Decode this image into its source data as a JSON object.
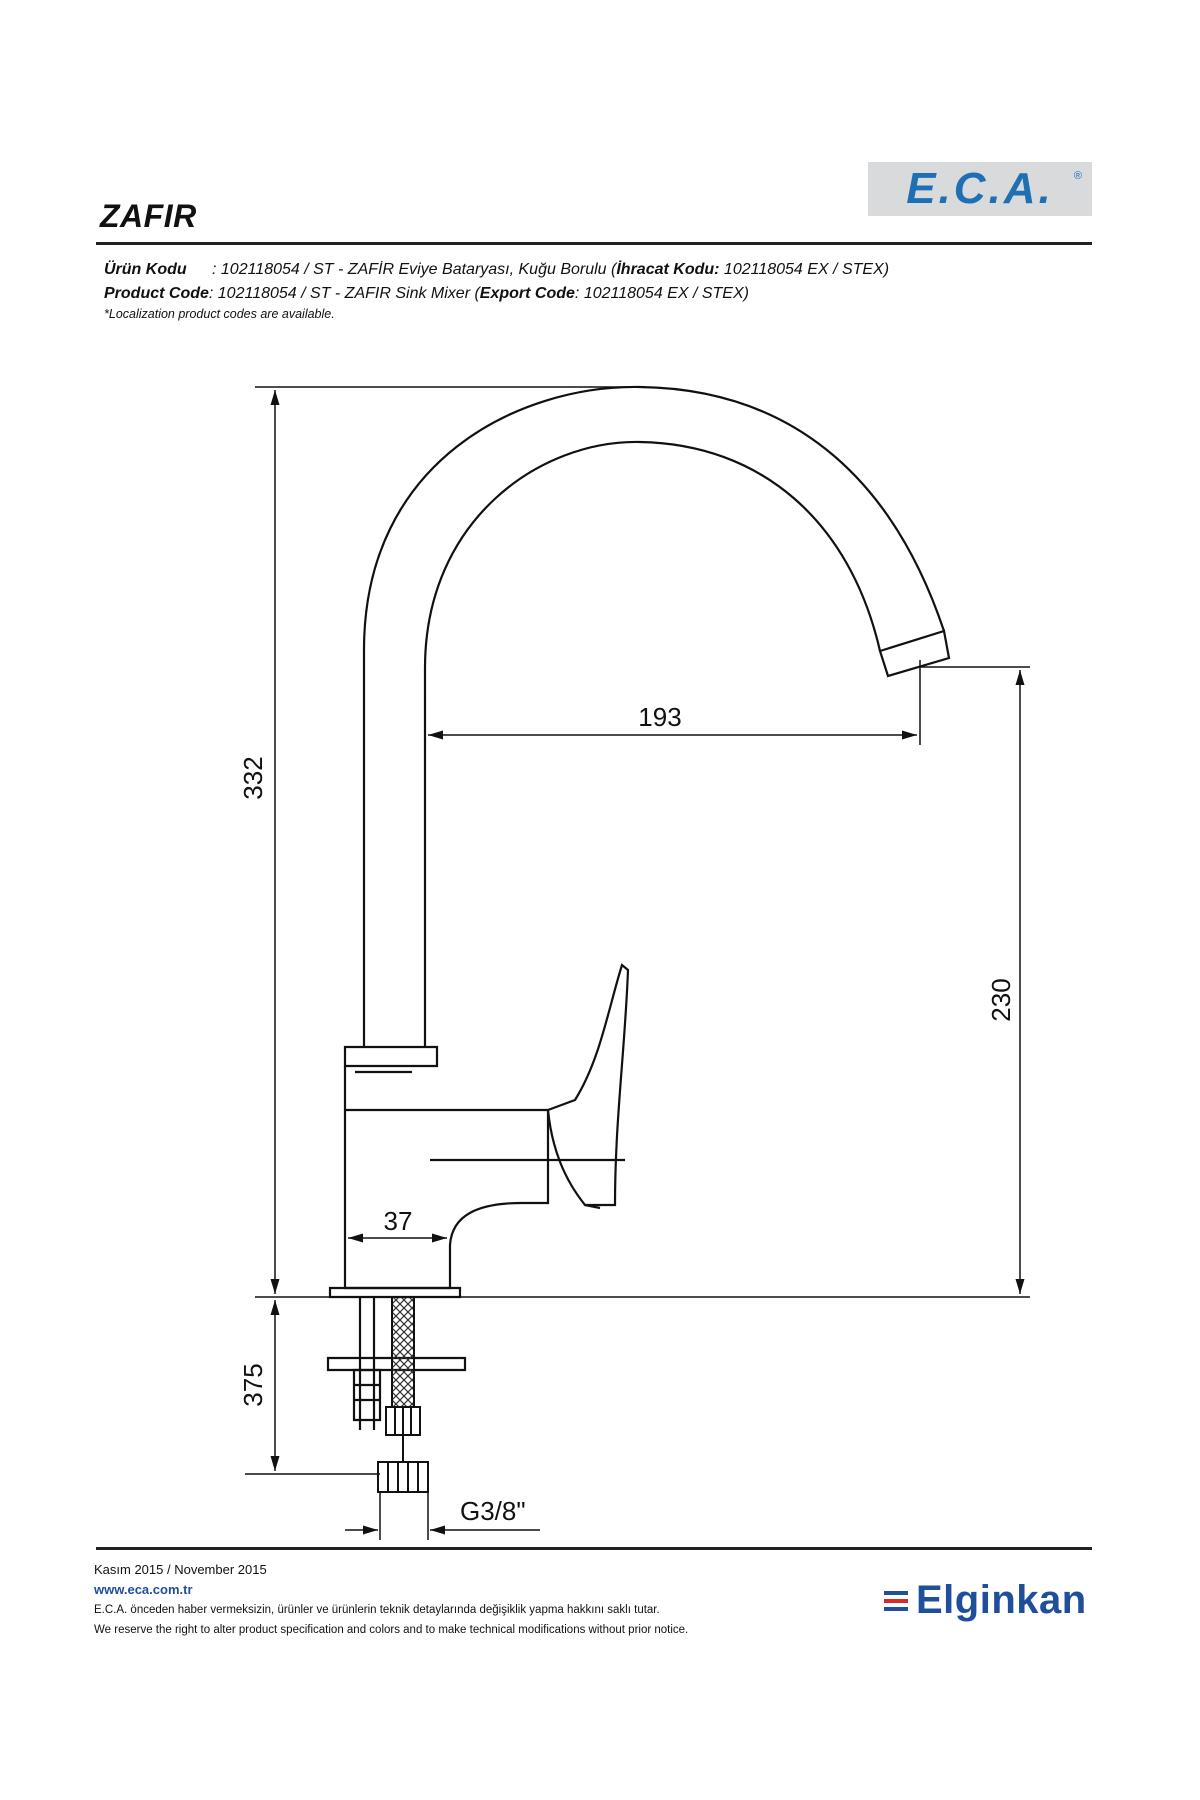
{
  "header": {
    "title": "ZAFIR",
    "logo_text": "E.C.A.",
    "logo_mark": "®"
  },
  "codes": {
    "tr_label": "Ürün Kodu",
    "tr_sep": ": ",
    "tr_text_1": "102118054 / ST - ZAFİR Eviye Bataryası, Kuğu Borulu (",
    "tr_export_label": "İhracat Kodu:",
    "tr_text_2": " 102118054 EX / STEX)",
    "en_label": "Product Code",
    "en_sep": ": ",
    "en_text_1": "102118054 / ST - ZAFIR Sink Mixer (",
    "en_export_label": "Export Code",
    "en_text_2": ": 102118054 EX / STEX)",
    "note": "*Localization product codes are available."
  },
  "dimensions": {
    "total_height": "332",
    "spout_reach": "193",
    "spout_height": "230",
    "body_diameter": "37",
    "hose_length": "375",
    "connection": "G3/8\""
  },
  "footer": {
    "date": "Kasım 2015 / November 2015",
    "website": "www.eca.com.tr",
    "disclaimer_tr": "E.C.A. önceden haber vermeksizin, ürünler ve ürünlerin teknik detaylarında değişiklik yapma hakkını saklı tutar.",
    "disclaimer_en": "We reserve the right to alter product specification and colors and to make technical modifications without prior notice.",
    "brand": "Elginkan"
  }
}
